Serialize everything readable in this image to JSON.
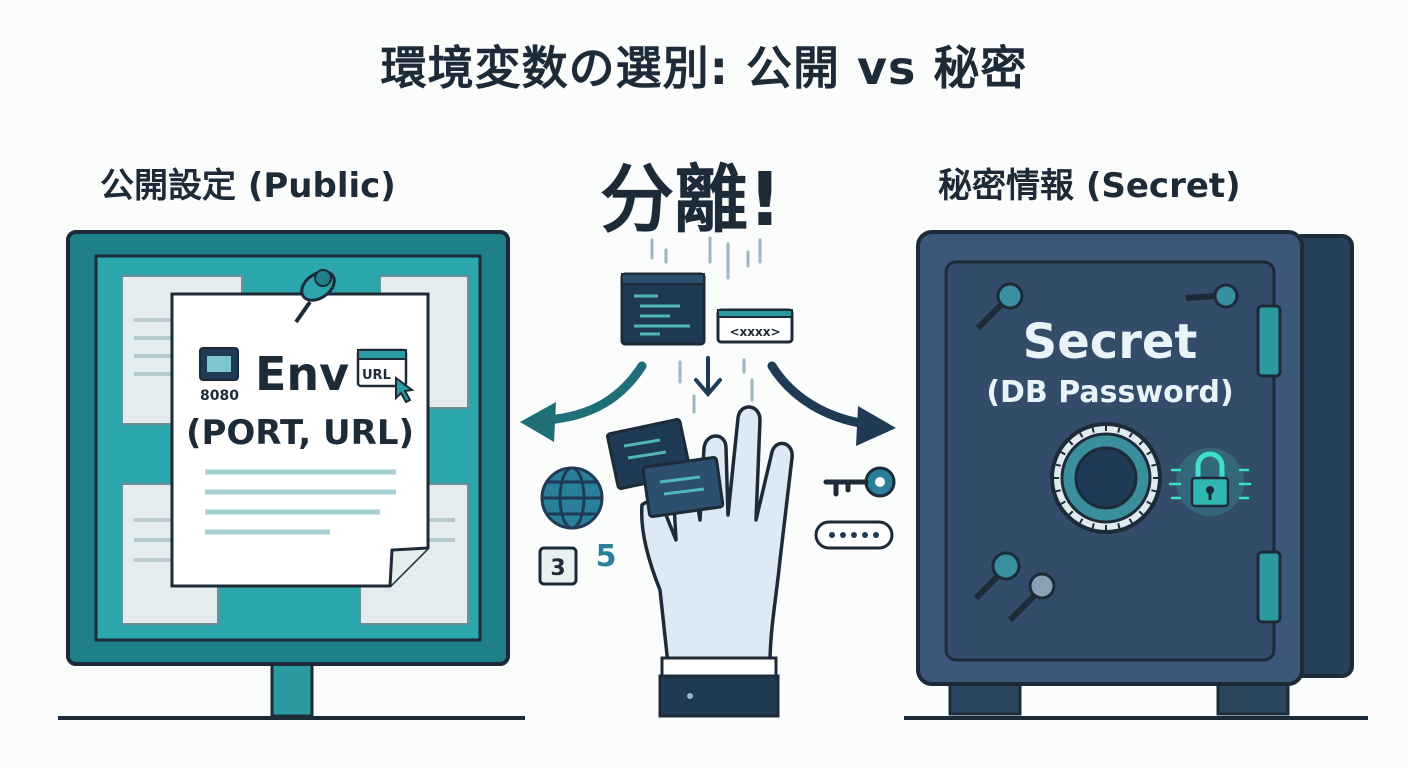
{
  "title": "環境変数の選別: 公開 vs 秘密",
  "public": {
    "title": "公開設定 (Public)",
    "env_label": "Env",
    "env_detail": "(PORT, URL)",
    "port_icon_text": "8080",
    "url_icon_text": "URL"
  },
  "center": {
    "separate_label": "分離!",
    "masked_value": "<xxxx>",
    "number_a": "3",
    "number_b": "5"
  },
  "secret": {
    "title": "秘密情報 (Secret)",
    "safe_label": "Secret",
    "safe_detail": "(DB Password)"
  },
  "colors": {
    "teal": "#2a9aa0",
    "teal_dark": "#1e6f78",
    "navy": "#1f3a55",
    "safe": "#3c5878",
    "glow": "#3ee0d0"
  }
}
